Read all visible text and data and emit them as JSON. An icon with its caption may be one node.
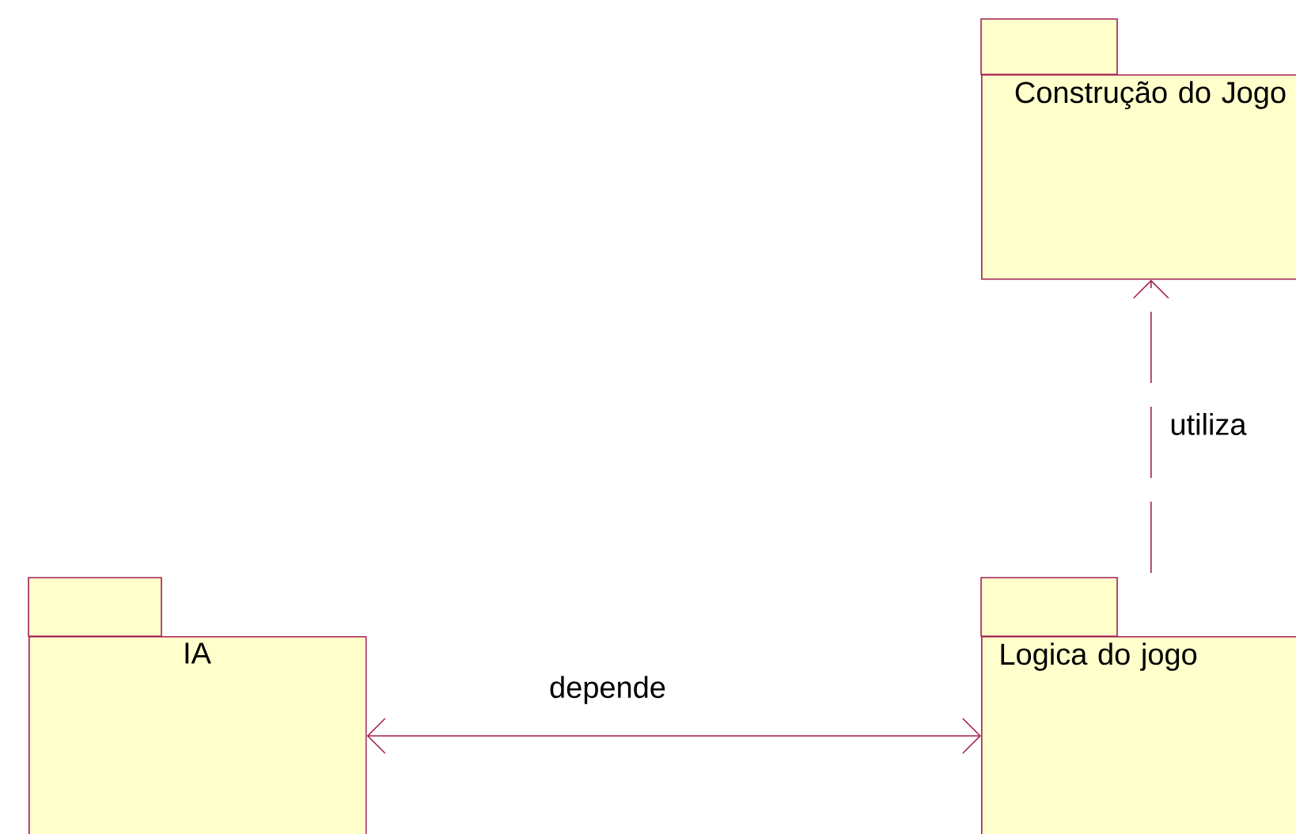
{
  "diagram": {
    "nodes": [
      {
        "text": [
          "IA"
        ]
      },
      {
        "text": [
          "Construção do Jogo"
        ]
      },
      {
        "text": [
          "Logica do jogo"
        ]
      }
    ],
    "edges": [
      {
        "from": 0,
        "to": 2,
        "arrow": "both",
        "label": "depende"
      },
      {
        "from": 2,
        "to": 1,
        "arrow": "to",
        "label": "utiliza",
        "style": "dashed"
      }
    ]
  }
}
